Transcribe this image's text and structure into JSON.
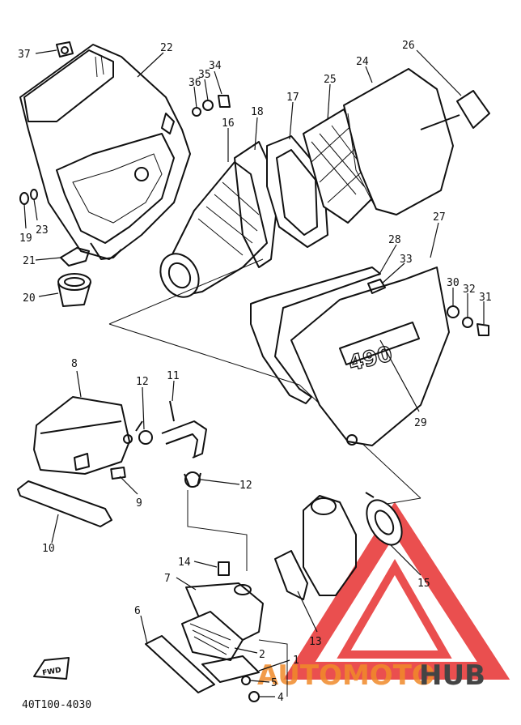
{
  "callouts": {
    "c37": "37",
    "c22": "22",
    "c36": "36",
    "c35": "35",
    "c34": "34",
    "c26": "26",
    "c24": "24",
    "c25": "25",
    "c17": "17",
    "c18": "18",
    "c16": "16",
    "c19": "19",
    "c23": "23",
    "c21": "21",
    "c20": "20",
    "c27": "27",
    "c28": "28",
    "c33": "33",
    "c30": "30",
    "c32": "32",
    "c31": "31",
    "c29": "29",
    "c8": "8",
    "c12a": "12",
    "c11": "11",
    "c12b": "12",
    "c9": "9",
    "c10": "10",
    "c14": "14",
    "c7": "7",
    "c6": "6",
    "c13": "13",
    "c15": "15",
    "c2": "2",
    "c1": "1",
    "c5": "5",
    "c4": "4"
  },
  "fender_marking": "490",
  "fwd_label": "FWD",
  "part_number": "40T100-4030",
  "watermark": {
    "logo_text": "AUTOMOTOHUB",
    "color": "#e63030"
  }
}
